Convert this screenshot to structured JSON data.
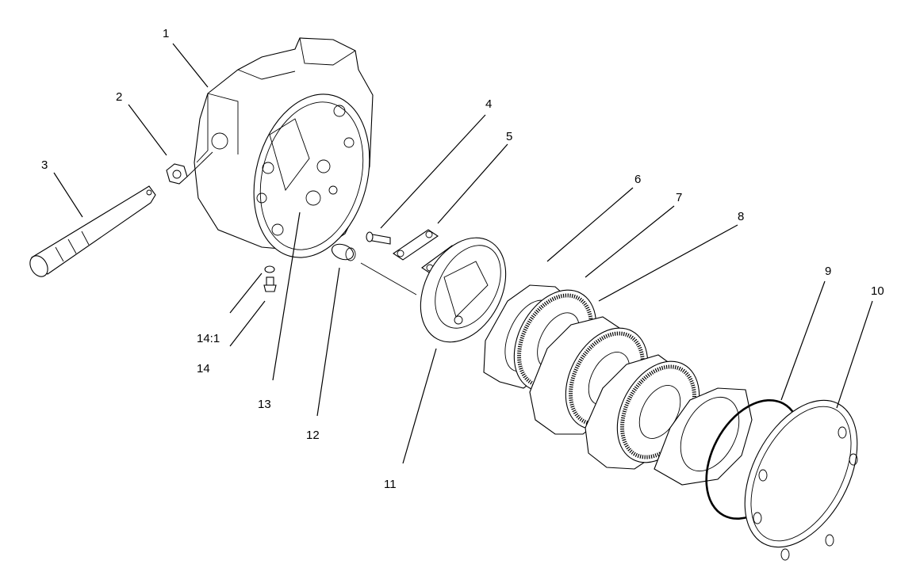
{
  "diagram": {
    "callouts": [
      {
        "id": "1",
        "label": "1"
      },
      {
        "id": "2",
        "label": "2"
      },
      {
        "id": "3",
        "label": "3"
      },
      {
        "id": "4",
        "label": "4"
      },
      {
        "id": "5",
        "label": "5"
      },
      {
        "id": "6",
        "label": "6"
      },
      {
        "id": "7",
        "label": "7"
      },
      {
        "id": "8",
        "label": "8"
      },
      {
        "id": "9",
        "label": "9"
      },
      {
        "id": "10",
        "label": "10"
      },
      {
        "id": "11",
        "label": "11"
      },
      {
        "id": "12",
        "label": "12"
      },
      {
        "id": "13",
        "label": "13"
      },
      {
        "id": "14",
        "label": "14"
      },
      {
        "id": "14-1",
        "label": "14:1"
      }
    ],
    "colors": {
      "line": "#000000",
      "background": "#ffffff"
    }
  }
}
